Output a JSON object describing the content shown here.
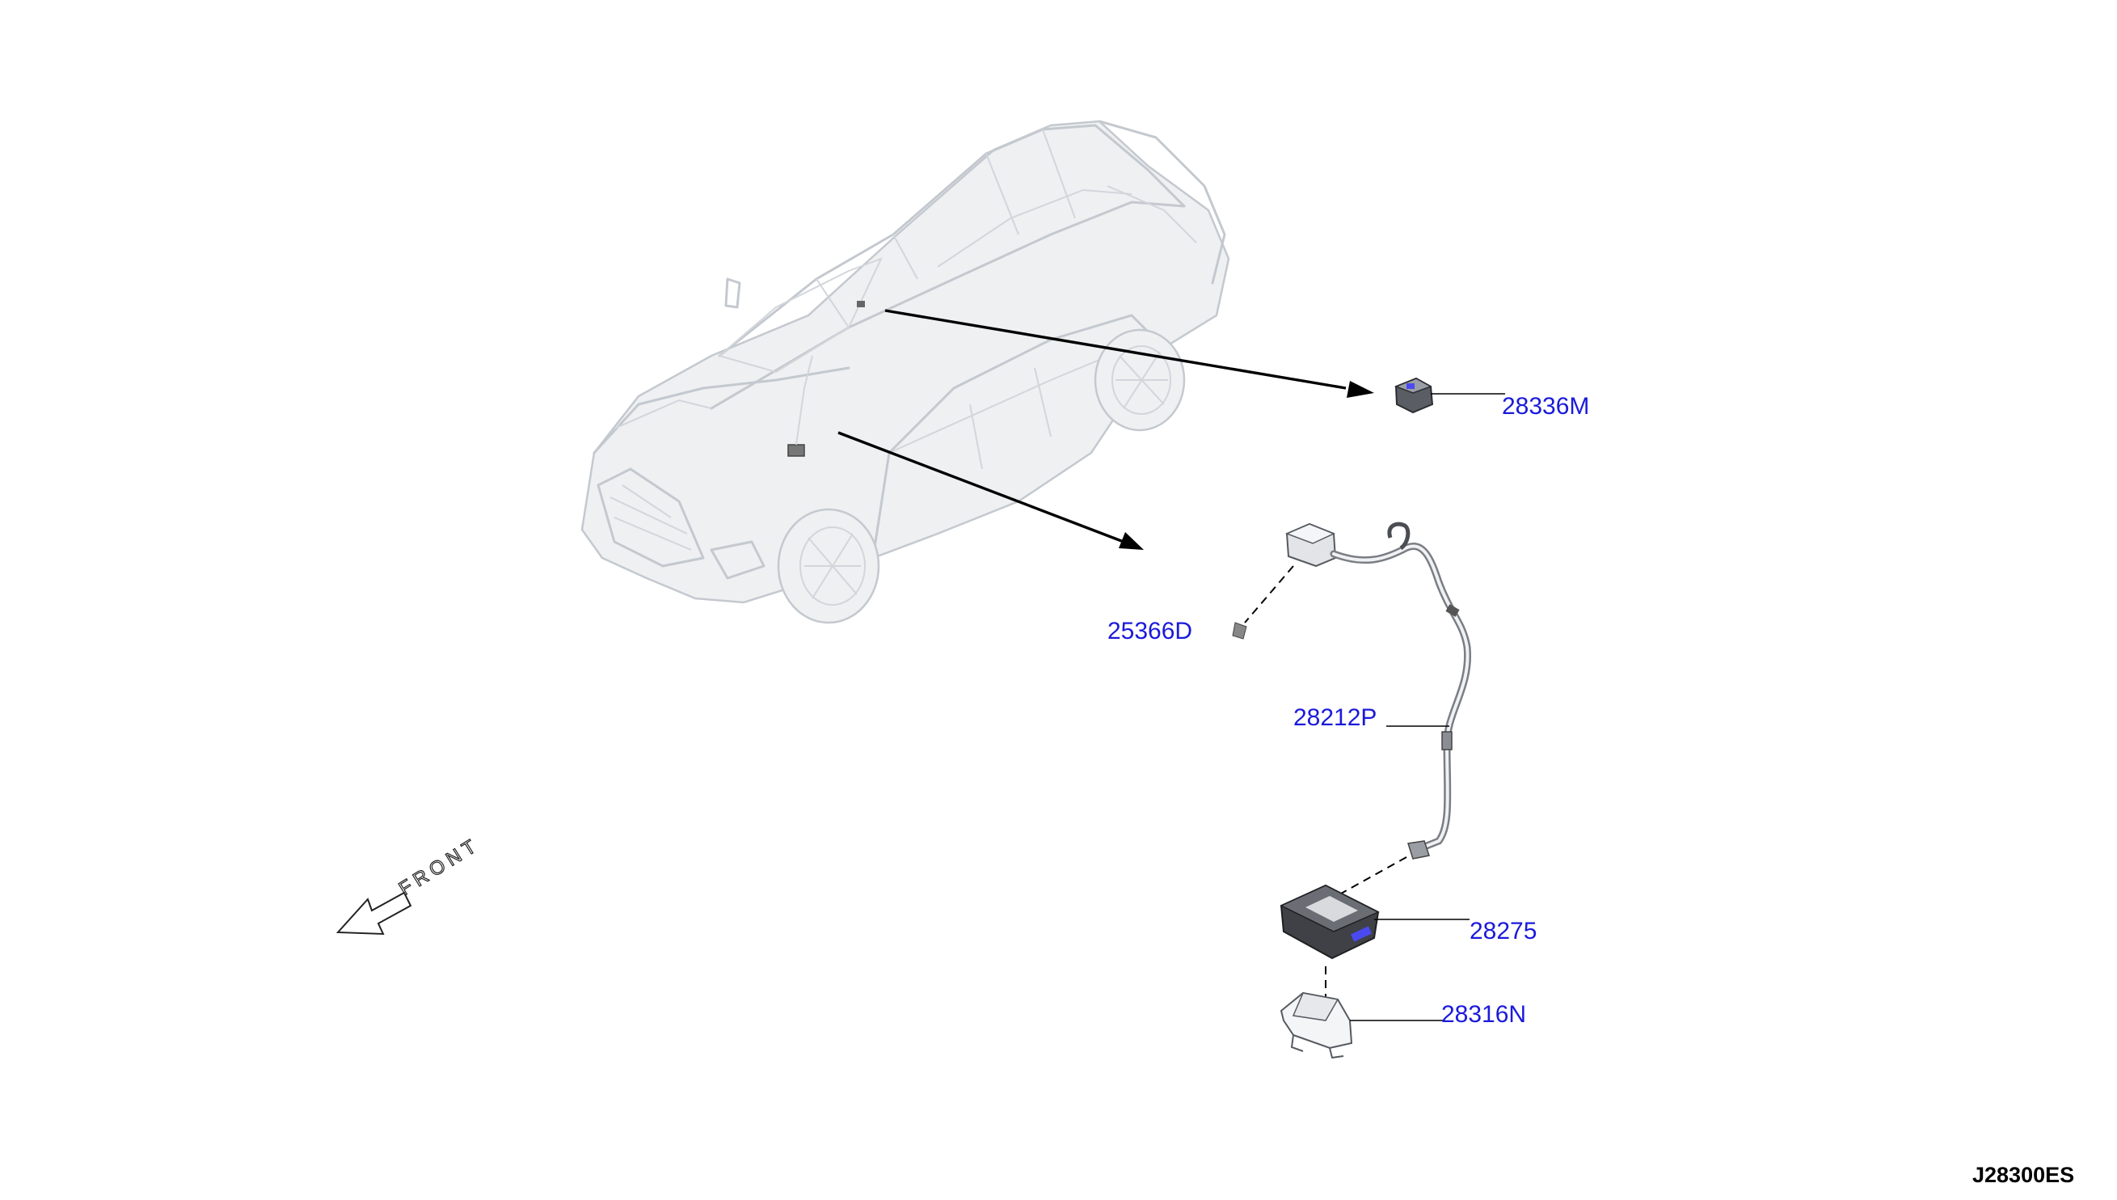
{
  "parts": [
    {
      "id": "antenna-part",
      "label": "28336M"
    },
    {
      "id": "connector-part",
      "label": "25366D"
    },
    {
      "id": "cable-part",
      "label": "28212P"
    },
    {
      "id": "control-unit-part",
      "label": "28275"
    },
    {
      "id": "bracket-part",
      "label": "28316N"
    }
  ],
  "front_indicator": "FRONT",
  "diagram_code": "J28300ES",
  "colors": {
    "label": "#1a1adb",
    "lines": "#000000",
    "car_outline": "#c4c9cf"
  }
}
